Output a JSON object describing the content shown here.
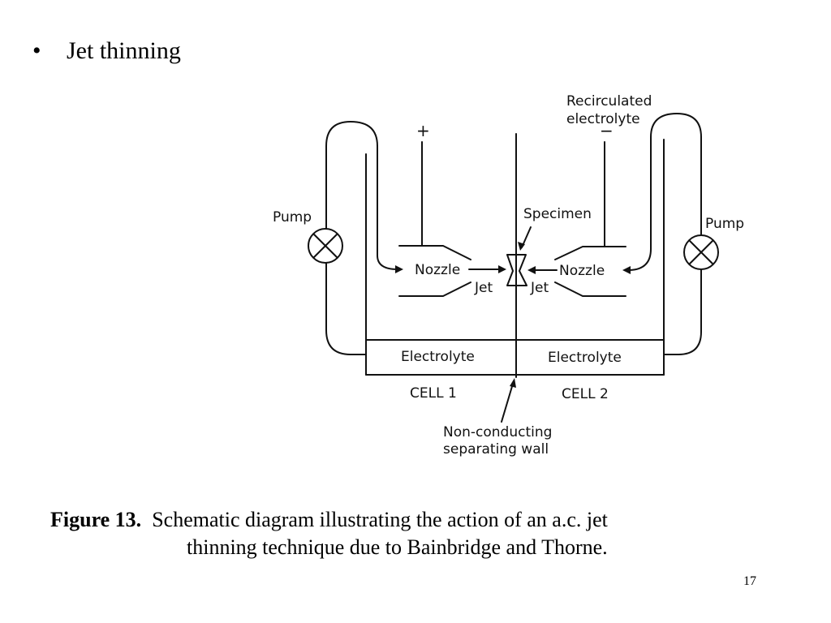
{
  "slide": {
    "bullet": "Jet thinning",
    "page_number": "17"
  },
  "diagram": {
    "labels": {
      "plus": "+",
      "minus": "−",
      "recirculated_1": "Recirculated",
      "recirculated_2": "electrolyte",
      "pump_left": "Pump",
      "pump_right": "Pump",
      "specimen": "Specimen",
      "nozzle_left": "Nozzle",
      "nozzle_right": "Nozzle",
      "jet_left": "Jet",
      "jet_right": "Jet",
      "electrolyte_left": "Electrolyte",
      "electrolyte_right": "Electrolyte",
      "cell1": "CELL 1",
      "cell2": "CELL 2",
      "wall_1": "Non-conducting",
      "wall_2": "separating wall"
    }
  },
  "caption": {
    "label": "Figure 13.",
    "text_line1": "Schematic diagram illustrating the action of an a.c. jet",
    "text_line2": "thinning technique due to Bainbridge and Thorne."
  }
}
